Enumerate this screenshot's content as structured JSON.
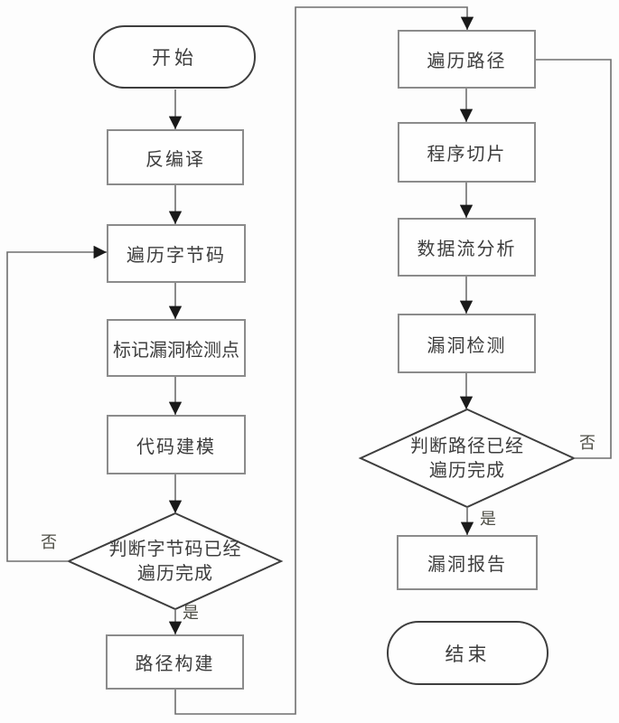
{
  "diagram": {
    "type": "flowchart",
    "language": "zh",
    "nodes": {
      "start": {
        "label": "开始",
        "shape": "terminator"
      },
      "decompile": {
        "label": "反编译",
        "shape": "process"
      },
      "traverse_bytecode": {
        "label": "遍历字节码",
        "shape": "process"
      },
      "mark_detection_points": {
        "label": "标记漏洞检测点",
        "shape": "process"
      },
      "code_modeling": {
        "label": "代码建模",
        "shape": "process"
      },
      "decision_bytecode": {
        "line1": "判断字节码已经",
        "line2": "遍历完成",
        "shape": "decision"
      },
      "path_construction": {
        "label": "路径构建",
        "shape": "process"
      },
      "traverse_path": {
        "label": "遍历路径",
        "shape": "process"
      },
      "program_slicing": {
        "label": "程序切片",
        "shape": "process"
      },
      "dataflow_analysis": {
        "label": "数据流分析",
        "shape": "process"
      },
      "vulnerability_detection": {
        "label": "漏洞检测",
        "shape": "process"
      },
      "decision_path": {
        "line1": "判断路径已经",
        "line2": "遍历完成",
        "shape": "decision"
      },
      "vulnerability_report": {
        "label": "漏洞报告",
        "shape": "process"
      },
      "end": {
        "label": "结束",
        "shape": "terminator"
      }
    },
    "edge_labels": {
      "no_left": "否",
      "yes_left": "是",
      "no_right": "否",
      "yes_right": "是"
    },
    "edges": [
      {
        "from": "start",
        "to": "decompile"
      },
      {
        "from": "decompile",
        "to": "traverse_bytecode"
      },
      {
        "from": "traverse_bytecode",
        "to": "mark_detection_points"
      },
      {
        "from": "mark_detection_points",
        "to": "code_modeling"
      },
      {
        "from": "code_modeling",
        "to": "decision_bytecode"
      },
      {
        "from": "decision_bytecode",
        "to": "traverse_bytecode",
        "label": "否"
      },
      {
        "from": "decision_bytecode",
        "to": "path_construction",
        "label": "是"
      },
      {
        "from": "path_construction",
        "to": "traverse_path"
      },
      {
        "from": "traverse_path",
        "to": "program_slicing"
      },
      {
        "from": "program_slicing",
        "to": "dataflow_analysis"
      },
      {
        "from": "dataflow_analysis",
        "to": "vulnerability_detection"
      },
      {
        "from": "vulnerability_detection",
        "to": "decision_path"
      },
      {
        "from": "decision_path",
        "to": "traverse_path",
        "label": "否"
      },
      {
        "from": "decision_path",
        "to": "vulnerability_report",
        "label": "是"
      },
      {
        "from": "vulnerability_report",
        "to": "end"
      }
    ],
    "colors": {
      "line": "#6f6f6f",
      "arrow": "#1a1a1a",
      "process_border": "#8b8b8b",
      "terminator_border": "#3e3e3e",
      "text": "#3d3d3d",
      "background": "#fdfdfd"
    }
  }
}
